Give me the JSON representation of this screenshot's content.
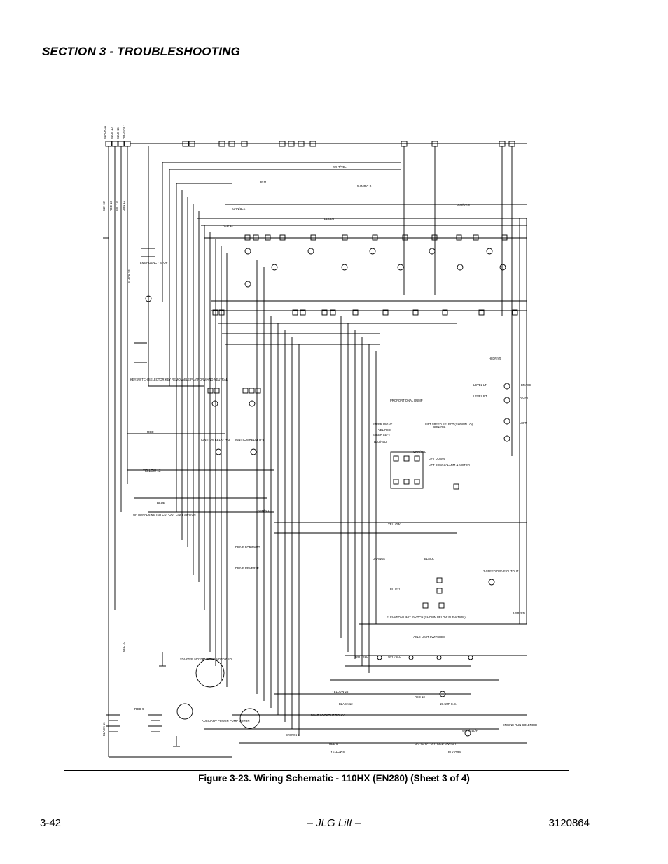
{
  "header": {
    "section_title": "SECTION 3 - TROUBLESHOOTING"
  },
  "figure": {
    "caption": "Figure 3-23.  Wiring Schematic - 110HX (EN280) (Sheet 3 of 4)",
    "labels": {
      "top_wires": [
        "BLACK 11",
        "BLUE 10",
        "BLUE 15",
        "ORANGE 1"
      ],
      "left_vertical": [
        "BLK 12",
        "RED 13",
        "BLU 14",
        "ORN 13"
      ],
      "red_12": "RED 12",
      "yel_blu": "YEL/BLU",
      "blu_orn": "BLU/ORN",
      "grn_blk": "GRN/BLK",
      "r11": "R-11",
      "whtyel": "WHT/YEL",
      "amp_cb": "5 AMP C.B.",
      "emergency_stop": "EMERGENCY STOP",
      "red": "RED",
      "yellow_12": "YELLOW 12",
      "blue": "BLUE",
      "ignition_relay_r3": "IGNITION RELAY R-3",
      "ignition_relay_r4": "IGNITION RELAY R-4",
      "keyswitch": "KEYSWITCH SELECTOR KEY REMOVABLE PLATFORM AND NEUTRAL",
      "outrigger": "OPTIONAL 6 METER CUT-OUT LIMIT SWITCH",
      "drive_forward": "DRIVE FORWARD",
      "drive_reverse": "DRIVE REVERSE",
      "brn_blu": "BRN/BLU",
      "proportional_dump": "PROPORTIONAL DUMP",
      "steer_right": "STEER RIGHT",
      "steer_left": "STEER LEFT",
      "yel_red": "YEL/RED",
      "blu_red": "BLU/RED",
      "grn_yel": "GRN/YEL",
      "orn_yel": "ORN/YEL",
      "lift_down": "LIFT DOWN",
      "yellow": "YELLOW",
      "orange": "ORANGE",
      "black": "BLACK",
      "blue_1": "BLUE 1",
      "elevation_limit": "ELEVATION LIMIT SWITCH (SHOWN BELOW ELEVATION)",
      "axle_limit": "AXLE LIMIT SWITCHES",
      "wht_yel": "WHT/YEL",
      "wht_blu": "WHT/BLU",
      "starter_motor": "STARTER MOTOR",
      "starter_sol": "STARTER MOTOR SOL.",
      "red_9": "RED 9",
      "aux_pump": "AUXILIARY POWER PUMP MOTOR",
      "yellow_26": "YELLOW 26",
      "black_12": "BLACK 12",
      "brown_9": "BROWN 9",
      "red_8": "RED 8",
      "yellow8": "YELLOW8",
      "red_13": "RED 13",
      "amp_cb_15": "15 AMP C.B.",
      "engine_run": "ENGINE RUN SOLENOID",
      "wht_yel_f": "WHT/YEL/F",
      "blk_orn": "BLK/ORN",
      "battery_cutoff": "BATTERY FOR HOLD SWITCH",
      "two_speed": "2-SPEED DRIVE CUTOUT",
      "two_speed_b": "2-SPEED",
      "hi_drive": "HI DRIVE",
      "level_lt": "LEVEL LT",
      "level_rt": "LEVEL RT",
      "brake": "BRAKE",
      "right": "RIGHT",
      "left": "LEFT",
      "black_16": "BLACK 16",
      "red_10": "RED 10",
      "black_13": "BLACK 13",
      "lift_up": "LIFT SPEED SELECT (SHOWN LO)",
      "lift_down_alarm": "LIFT DOWN ALARM & MOTOR",
      "boom_lockout": "BOAR LOCKOUT RELAY"
    }
  },
  "footer": {
    "page_number": "3-42",
    "publisher": "– JLG Lift –",
    "doc_number": "3120864"
  }
}
